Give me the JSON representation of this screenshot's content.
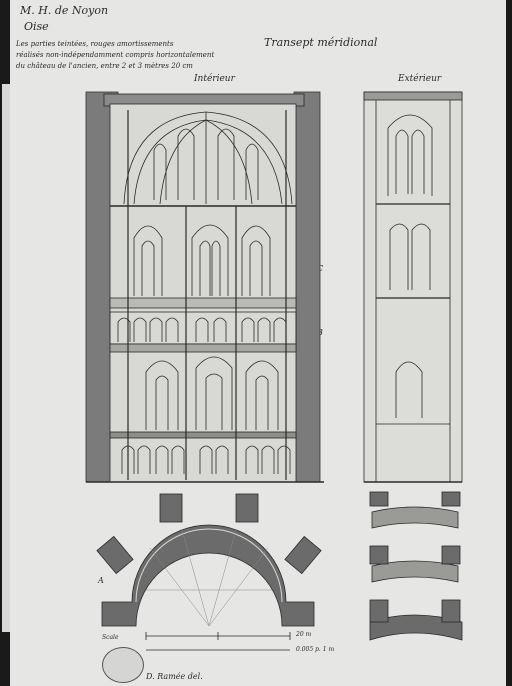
{
  "header": {
    "location_line1": "M. H. de Noyon",
    "location_line2": "Oise",
    "title": "Transept méridional",
    "note_line1": "Les parties teintées, rouges amortissements",
    "note_line2": "réalisés non-indépendamment compris horizontalement",
    "note_line3": "du château de l'ancien, entre 2 et 3 mètres 20 cm"
  },
  "views": {
    "interior_label": "Intérieur",
    "exterior_label": "Extérieur"
  },
  "annotations": {
    "letter_a": "A",
    "letter_b": "B",
    "letter_c": "C",
    "scale_label": "Scale",
    "scale_right": "20 m",
    "scale_sub": "0.005 p. 1 m"
  },
  "signature": "D. Ramée del.",
  "colors": {
    "paper": "#e6e6e4",
    "ink": "#2a2a2a",
    "wash": "#6b6b6b"
  }
}
